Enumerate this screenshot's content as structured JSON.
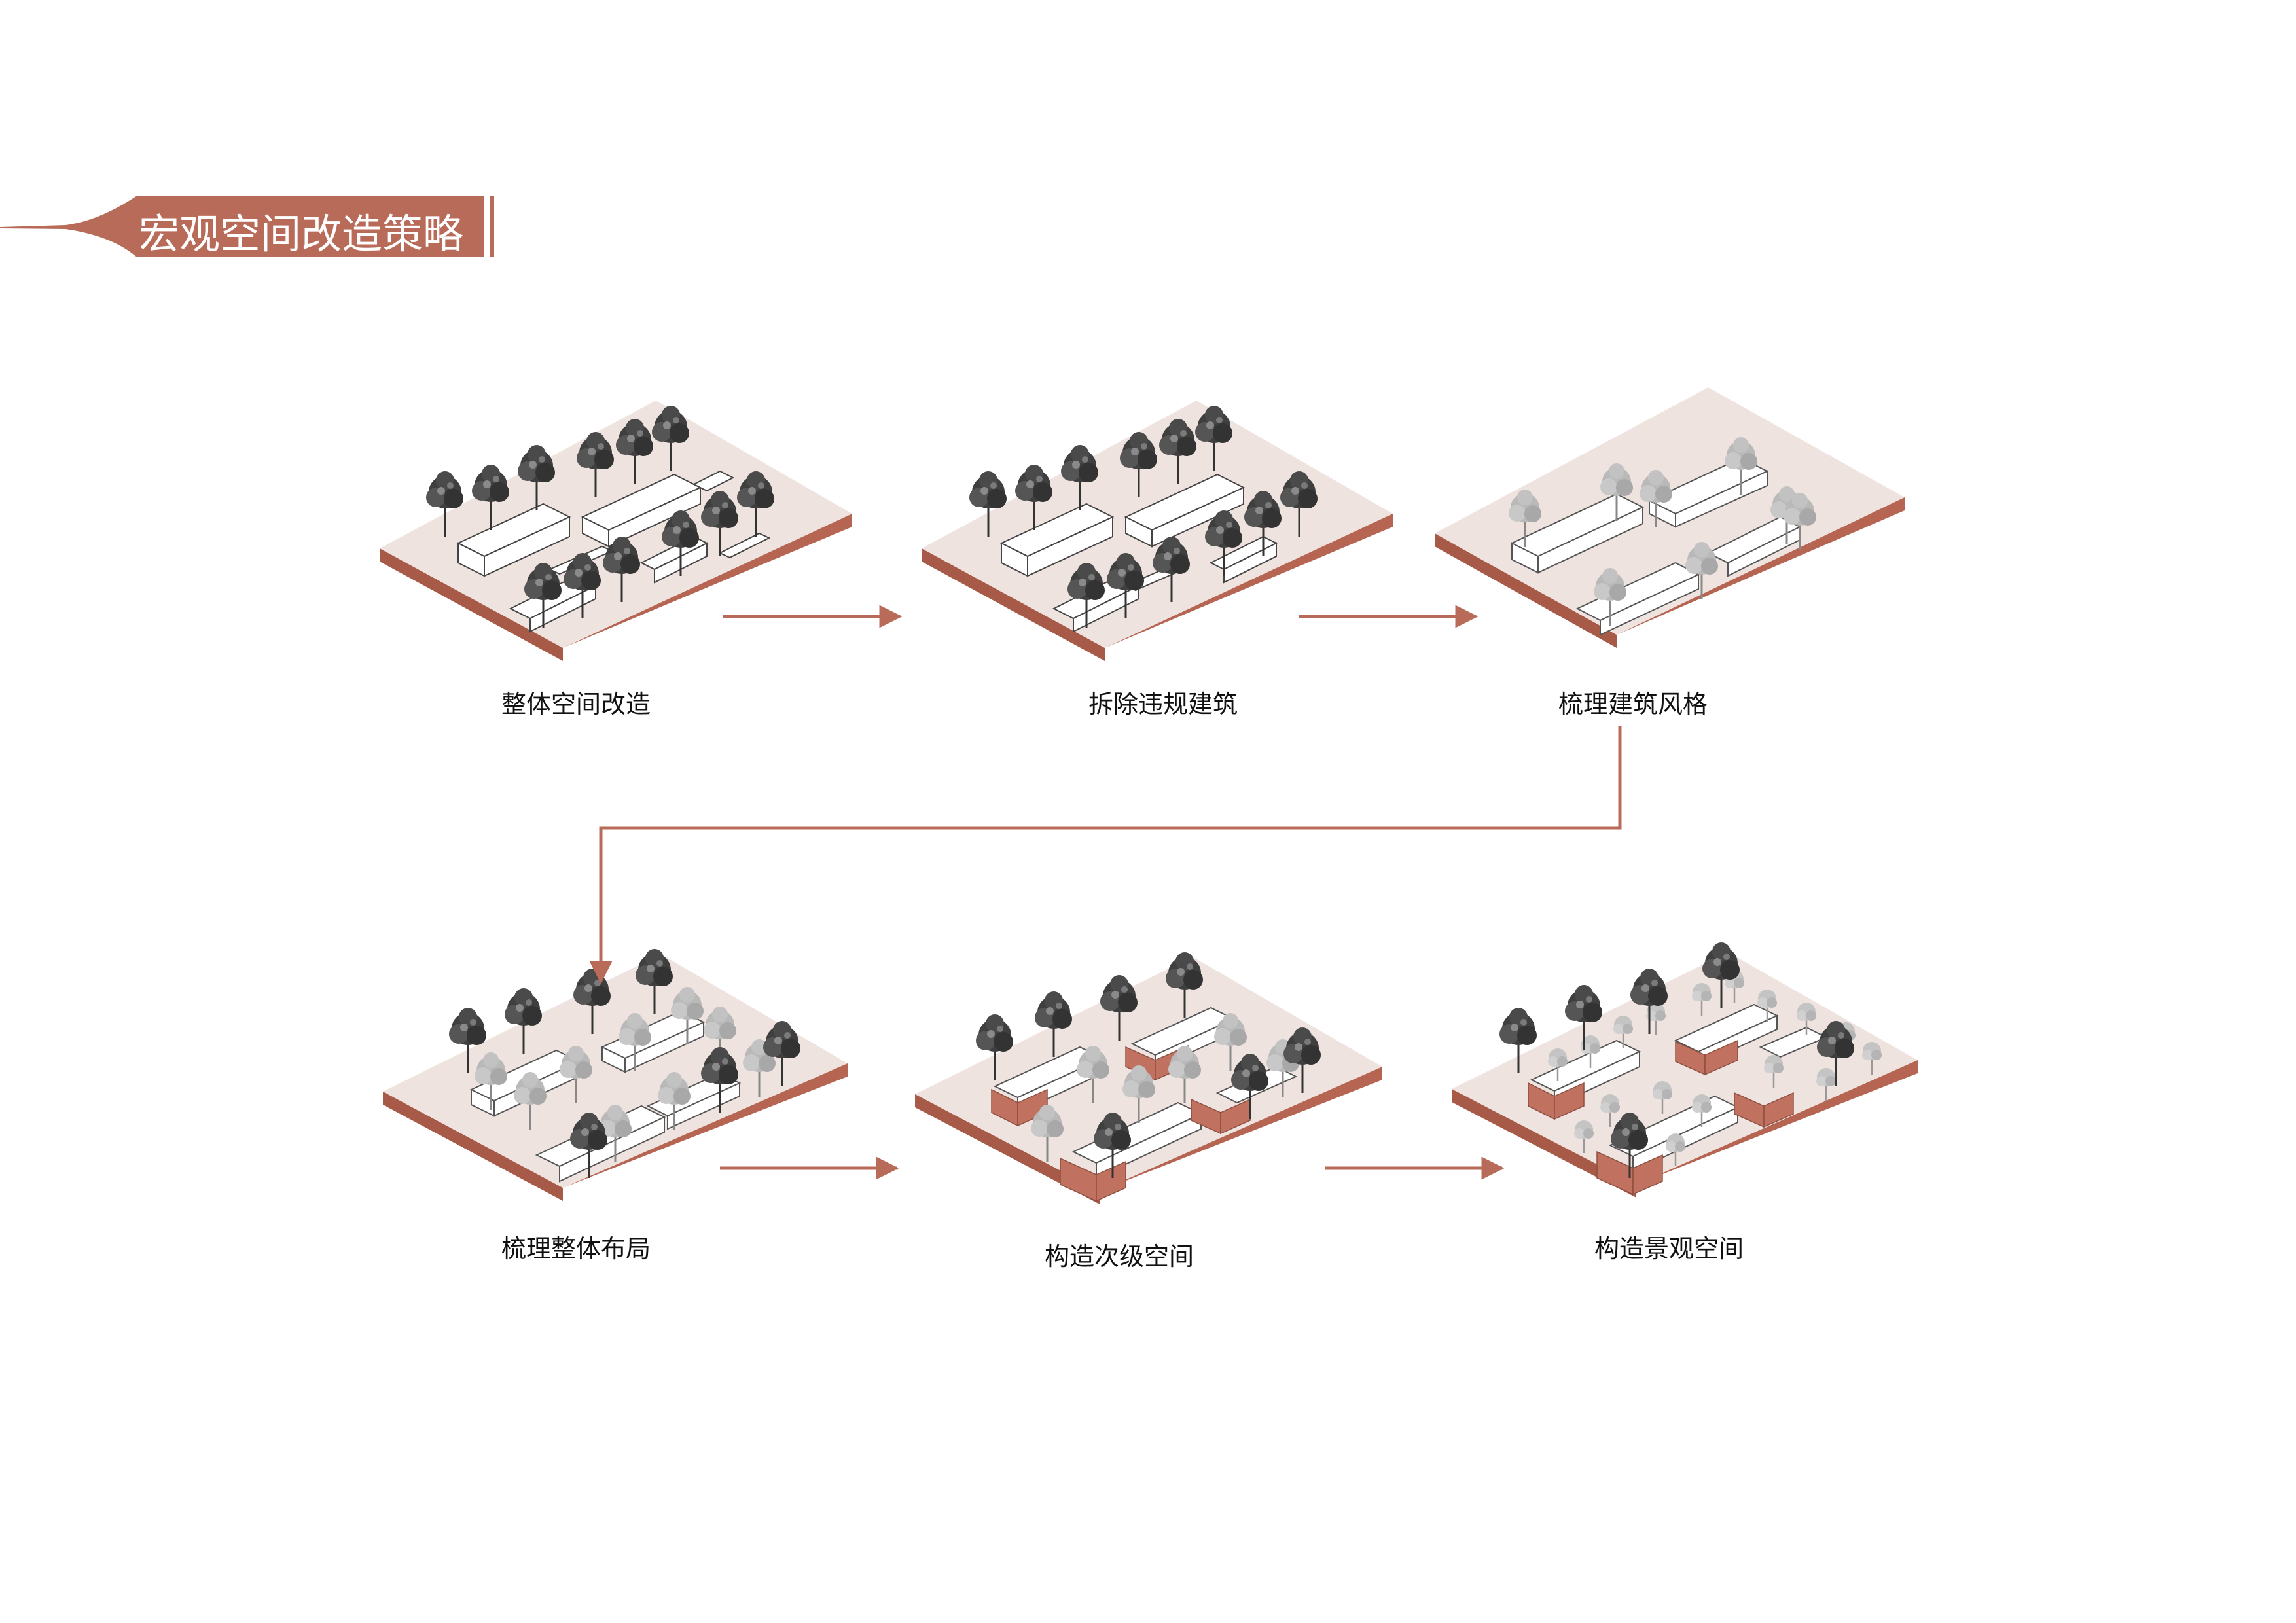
{
  "title": "宏观空间改造策略",
  "colors": {
    "accent": "#b86b58",
    "ground": "#efe3df",
    "ground_edge": "#b56552",
    "tree_dark": "#3a3a3a",
    "tree_light": "#b8b8b8",
    "building": "#ffffff",
    "brick": "#c0715f"
  },
  "steps": [
    {
      "label": "整体空间改造"
    },
    {
      "label": "拆除违规建筑"
    },
    {
      "label": "梳理建筑风格"
    },
    {
      "label": "梳理整体布局"
    },
    {
      "label": "构造次级空间"
    },
    {
      "label": "构造景观空间"
    }
  ]
}
